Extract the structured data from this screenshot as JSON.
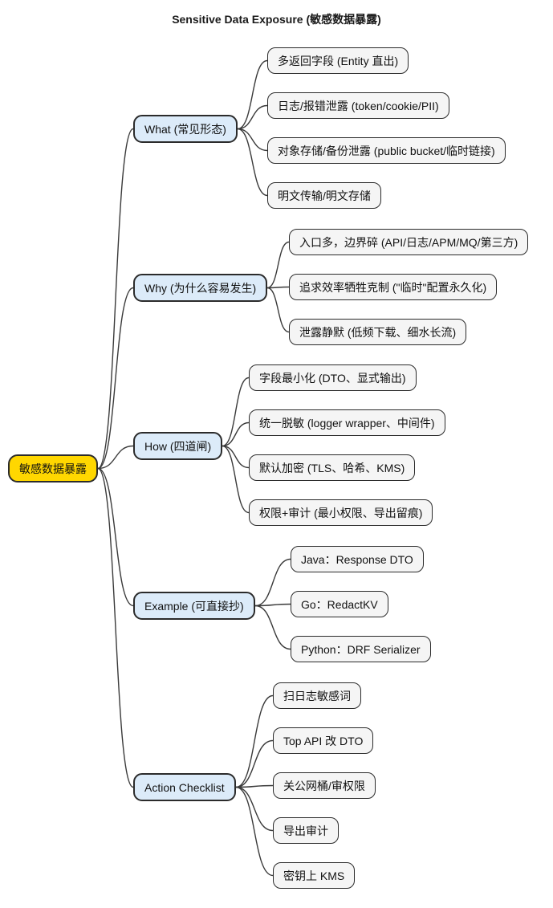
{
  "title": "Sensitive Data Exposure (敏感数据暴露)",
  "root": {
    "label": "敏感数据暴露"
  },
  "branches": [
    {
      "label": "What (常见形态)",
      "children": [
        "多返回字段 (Entity 直出)",
        "日志/报错泄露 (token/cookie/PII)",
        "对象存储/备份泄露 (public bucket/临时链接)",
        "明文传输/明文存储"
      ]
    },
    {
      "label": "Why (为什么容易发生)",
      "children": [
        "入口多，边界碎 (API/日志/APM/MQ/第三方)",
        "追求效率牺牲克制 (\"临时\"配置永久化)",
        "泄露静默 (低频下载、细水长流)"
      ]
    },
    {
      "label": "How (四道闸)",
      "children": [
        "字段最小化 (DTO、显式输出)",
        "统一脱敏 (logger wrapper、中间件)",
        "默认加密 (TLS、哈希、KMS)",
        "权限+审计 (最小权限、导出留痕)"
      ]
    },
    {
      "label": "Example (可直接抄)",
      "children": [
        "Java：Response DTO",
        "Go：RedactKV",
        "Python：DRF Serializer"
      ]
    },
    {
      "label": "Action Checklist",
      "children": [
        "扫日志敏感词",
        "Top API 改 DTO",
        "关公网桶/审权限",
        "导出审计",
        "密钥上 KMS"
      ]
    }
  ],
  "colors": {
    "root_fill": "#ffd700",
    "branch_fill": "#dcebf9",
    "leaf_fill": "#f5f5f5",
    "border": "#2b2b2b",
    "line": "#3a3a3a"
  }
}
